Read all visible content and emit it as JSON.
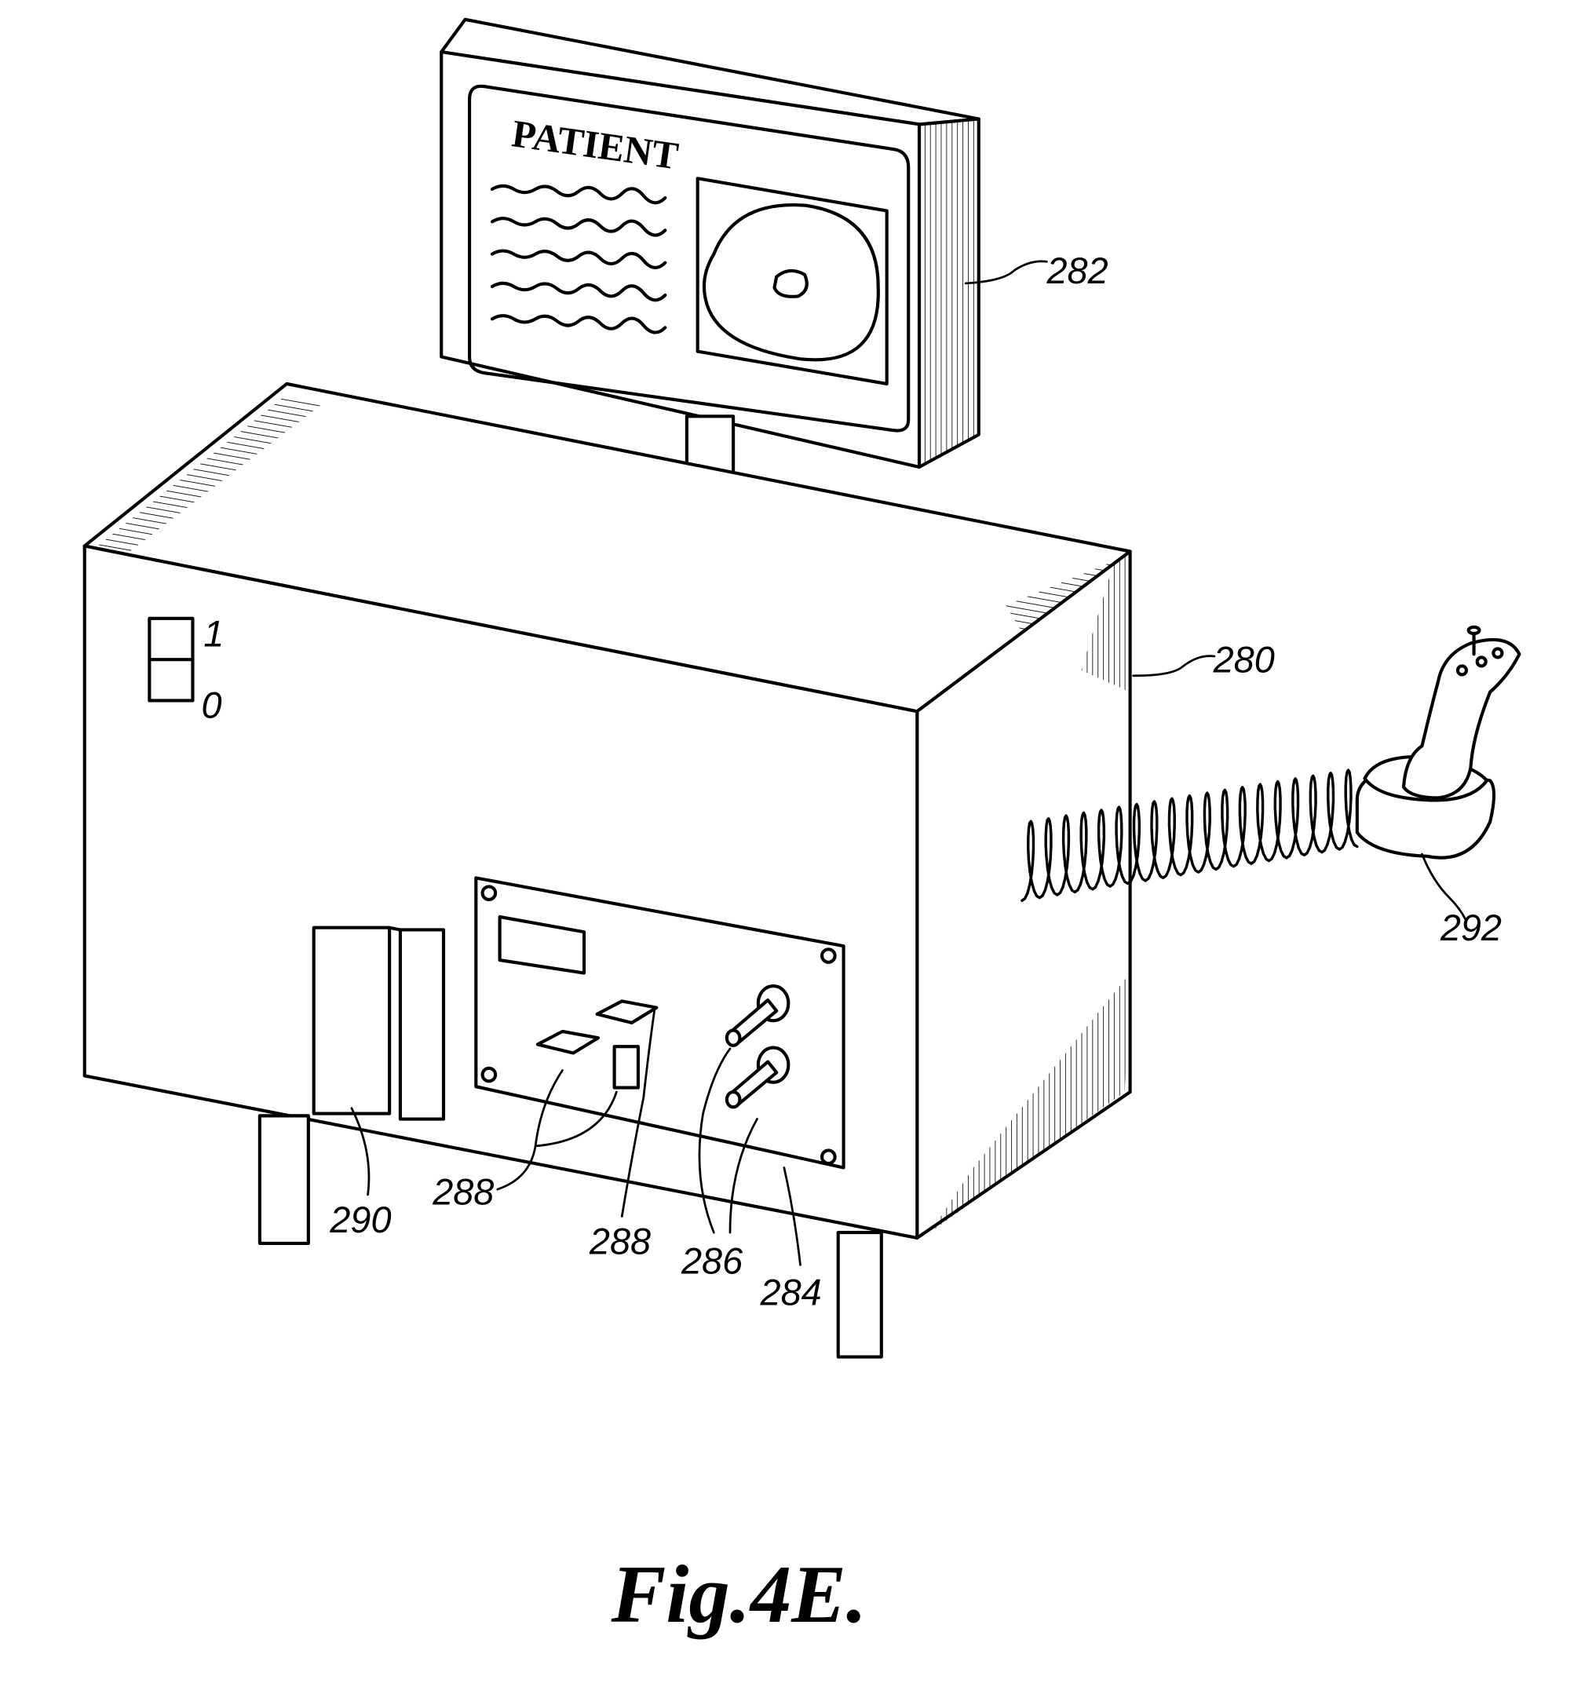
{
  "figure": {
    "title": "Fig.4E.",
    "monitor_text": "PATIENT",
    "switch_labels": {
      "on": "1",
      "off": "0"
    },
    "reference_numerals": {
      "monitor": "282",
      "cabinet": "280",
      "joystick": "292",
      "card_reader": "290",
      "buttons_a": "288",
      "buttons_b": "288",
      "connectors": "286",
      "control_panel": "284"
    }
  }
}
